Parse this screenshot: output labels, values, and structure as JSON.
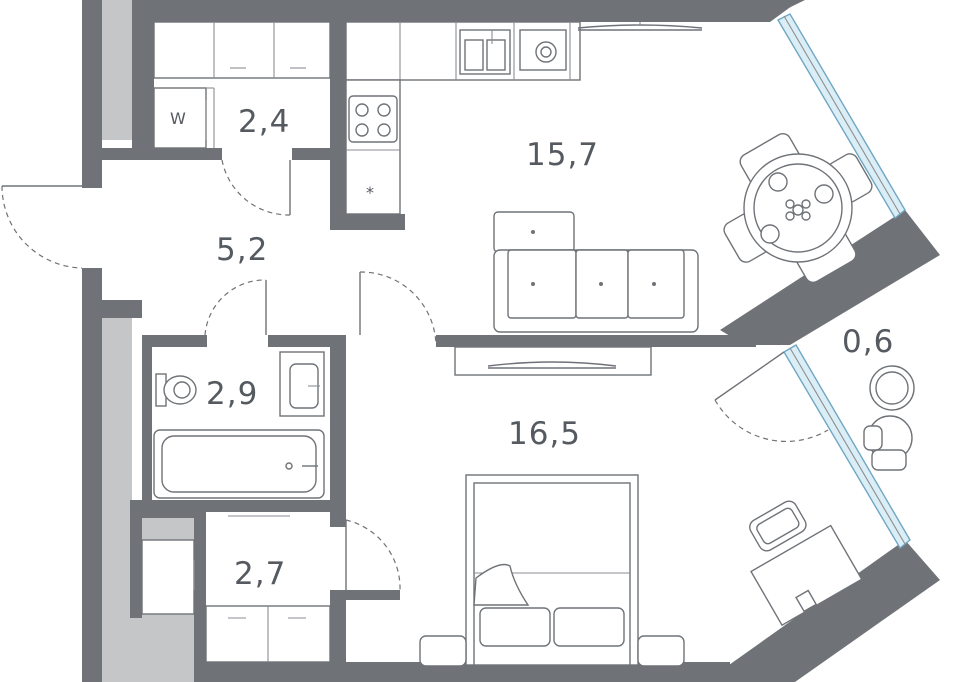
{
  "rooms": [
    {
      "id": "kitchen-living",
      "area": "15,7"
    },
    {
      "id": "bedroom",
      "area": "16,5"
    },
    {
      "id": "hallway",
      "area": "5,2"
    },
    {
      "id": "wardrobe",
      "area": "2,4"
    },
    {
      "id": "bathroom",
      "area": "2,9"
    },
    {
      "id": "storage",
      "area": "2,7"
    },
    {
      "id": "balcony",
      "area": "0,6"
    }
  ],
  "fixtures": {
    "washer_label": "W",
    "fridge_label": "*"
  },
  "colors": {
    "wall": "#6f7378",
    "wall_light": "#c4c6c8",
    "glass": "#dbeef6",
    "text": "#555a60"
  }
}
